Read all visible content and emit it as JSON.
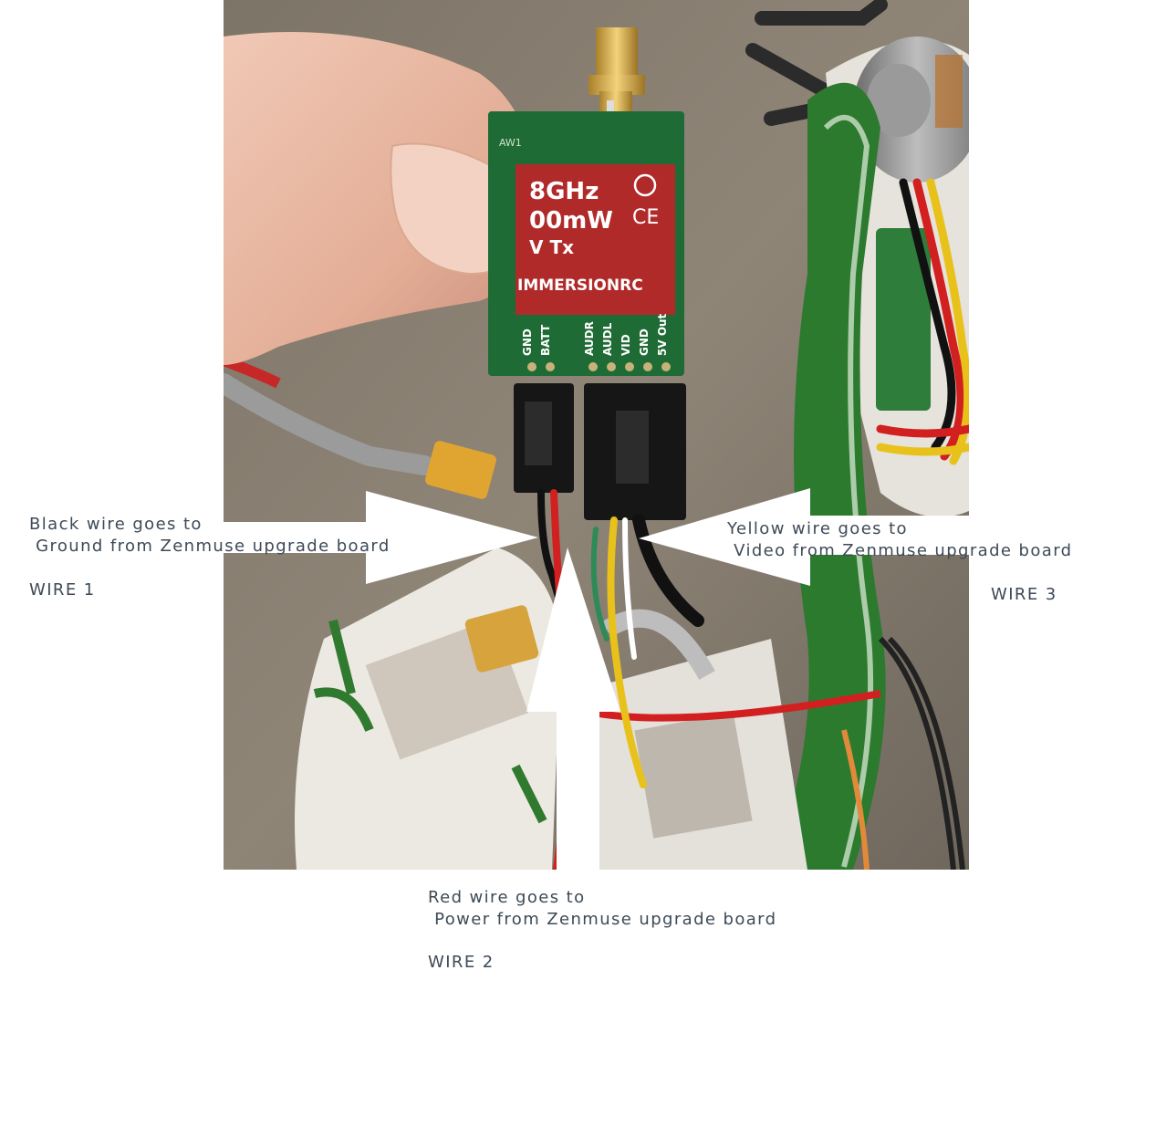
{
  "wire1": {
    "line1": "Black wire goes to",
    "line2": " Ground from Zenmuse upgrade board",
    "tag": "WIRE 1"
  },
  "wire2": {
    "line1": "Red wire goes to",
    "line2": " Power from Zenmuse upgrade board",
    "tag": "WIRE 2"
  },
  "wire3": {
    "line1": "Yellow wire goes to",
    "line2": " Video from Zenmuse upgrade board",
    "tag": "WIRE 3"
  },
  "board": {
    "freq": "8GHz",
    "power": "00mW",
    "tx": "V Tx",
    "brand": "IMMERSIONRC",
    "marking": "AW1",
    "pins_left": [
      "GND",
      "BATT"
    ],
    "pins_right": [
      "AUDR",
      "AUDL",
      "VID",
      "GND",
      "5V Out"
    ]
  },
  "colors": {
    "background": "#ffffff",
    "text": "#3d4a57",
    "pcb_green": "#1f6b35",
    "label_red": "#b02a2a",
    "wire_black": "#111111",
    "wire_red": "#d21f1f",
    "wire_yellow": "#e8c21a",
    "arm_green": "#2c7a2e"
  }
}
